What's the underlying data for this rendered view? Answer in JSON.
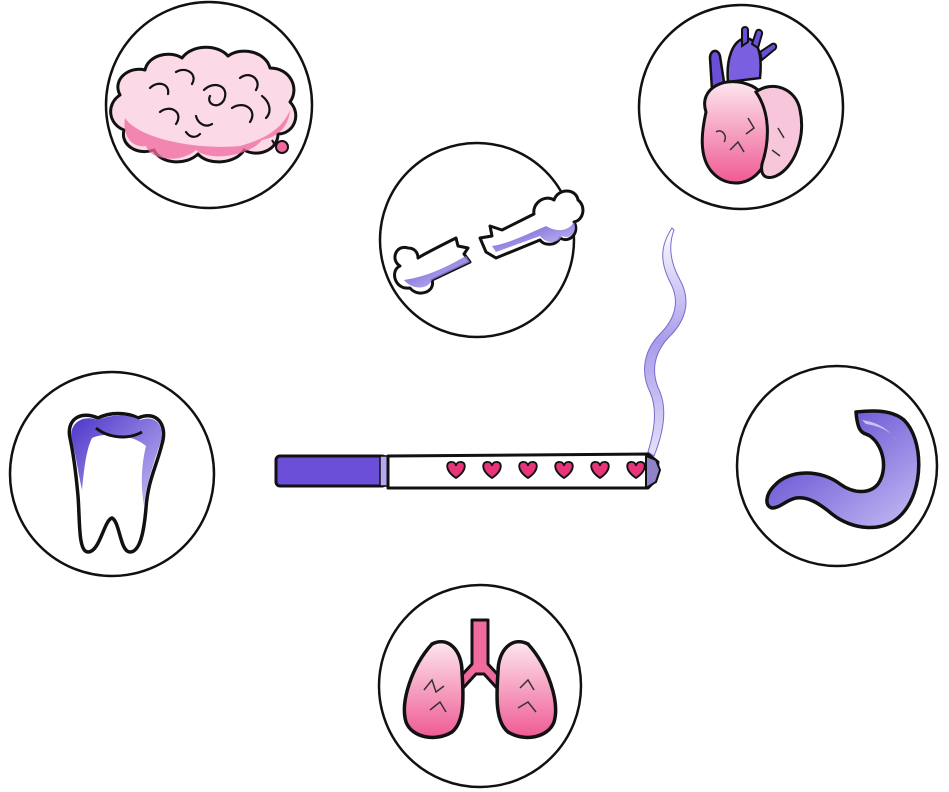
{
  "illustration": {
    "organs": [
      {
        "name": "brain",
        "icon": "brain-icon"
      },
      {
        "name": "heart",
        "icon": "heart-organ-icon"
      },
      {
        "name": "bone",
        "icon": "broken-bone-icon"
      },
      {
        "name": "tooth",
        "icon": "tooth-icon"
      },
      {
        "name": "stomach",
        "icon": "stomach-icon"
      },
      {
        "name": "lungs",
        "icon": "lungs-icon"
      }
    ],
    "cigarette": {
      "icon": "cigarette-icon",
      "hearts_count": 6
    },
    "colors": {
      "outline": "#111111",
      "pink": "#e8347a",
      "pink_light": "#f6b9cf",
      "purple": "#6b4fd8",
      "purple_light": "#b7a8f2",
      "smoke": "#c9c3f2"
    }
  }
}
